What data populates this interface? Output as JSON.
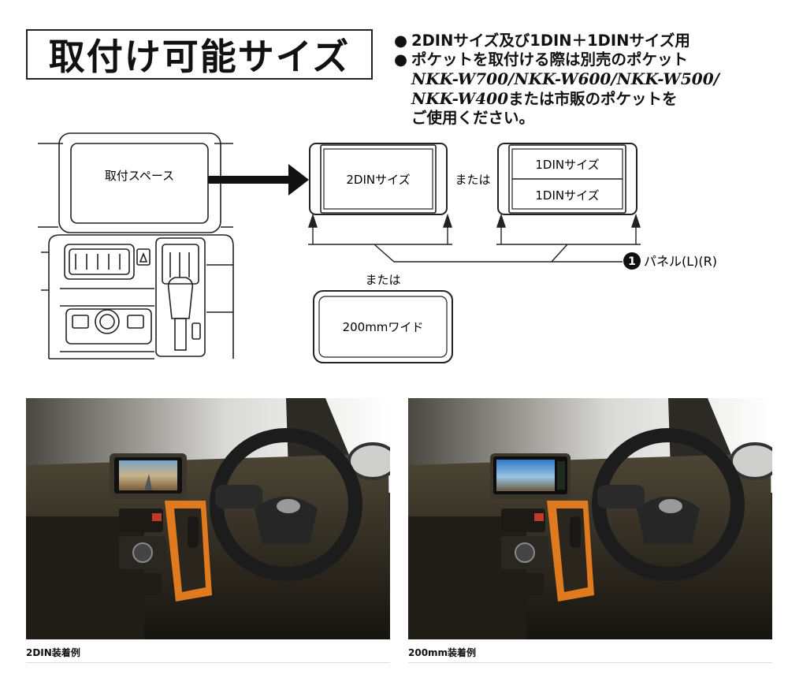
{
  "title": "取付け可能サイズ",
  "notes": {
    "bullet": "●",
    "line1": "2DINサイズ及び1DIN＋1DINサイズ用",
    "line2": "ポケットを取付ける際は別売のポケット",
    "models1": "NKK-W700/NKK-W600/NKK-W500/",
    "models2_model": "NKK-W400",
    "models2_rest": "または市販のポケットを",
    "line4": "ご使用ください。"
  },
  "diagram": {
    "install_space": "取付スペース",
    "size_2din": "2DINサイズ",
    "or_1": "または",
    "size_1din_top": "1DINサイズ",
    "size_1din_bottom": "1DINサイズ",
    "panel_number": "1",
    "panel_label": "パネル(L)(R)",
    "or_2": "または",
    "size_200mm": "200mmワイド"
  },
  "photos": [
    {
      "caption": "2DIN装着例"
    },
    {
      "caption": "200mm装着例"
    }
  ],
  "colors": {
    "accent_orange": "#e07a1e",
    "dash_dark": "#3e382c",
    "text": "#111111"
  }
}
